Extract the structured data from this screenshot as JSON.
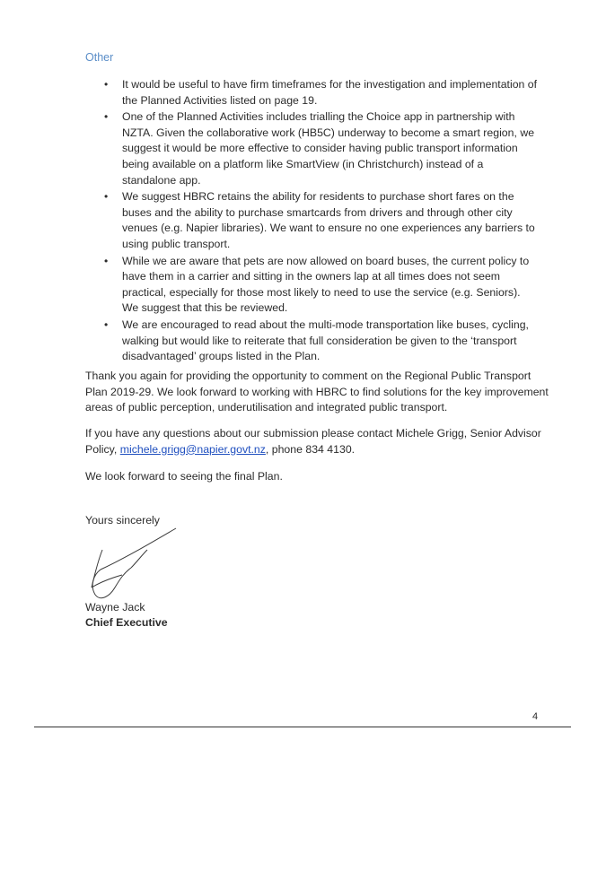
{
  "section_heading": "Other",
  "bullets": [
    "It would be useful to have firm timeframes for the investigation and implementation of the Planned Activities listed on page 19.",
    "One of the Planned Activities includes trialling the Choice app in partnership with NZTA. Given the collaborative work (HB5C) underway to become a smart region, we suggest it would be more effective to consider having public transport information being available on a platform like SmartView (in Christchurch) instead of a standalone app.",
    "We suggest HBRC retains the ability for residents to purchase short fares on the buses and the ability to purchase smartcards from drivers and through other city venues (e.g. Napier libraries). We want to ensure no one experiences any barriers to using public transport.",
    "While we are aware that pets are now allowed on board buses, the current policy to have them in a carrier and sitting in the owners lap at all times does not seem practical, especially for those most likely to need to use the service (e.g. Seniors). We suggest that this be reviewed.",
    "We are encouraged to read about the multi-mode transportation like buses, cycling, walking but would like to reiterate that full consideration be given to the ‘transport disadvantaged’ groups listed in the Plan."
  ],
  "paragraph_thanks": "Thank you again for providing the opportunity to comment on the Regional Public Transport Plan 2019-29. We look forward to working with HBRC to find solutions for the key improvement areas of public perception, underutilisation and integrated public transport.",
  "contact": {
    "prefix": "If you have any questions about our submission please contact Michele Grigg, Senior Advisor Policy, ",
    "email": "michele.grigg@napier.govt.nz",
    "suffix": ", phone 834 4130."
  },
  "paragraph_final": "We look forward to seeing the final Plan.",
  "closing": "Yours sincerely",
  "signatory_name": "Wayne Jack",
  "signatory_title": "Chief Executive",
  "page_number": "4"
}
